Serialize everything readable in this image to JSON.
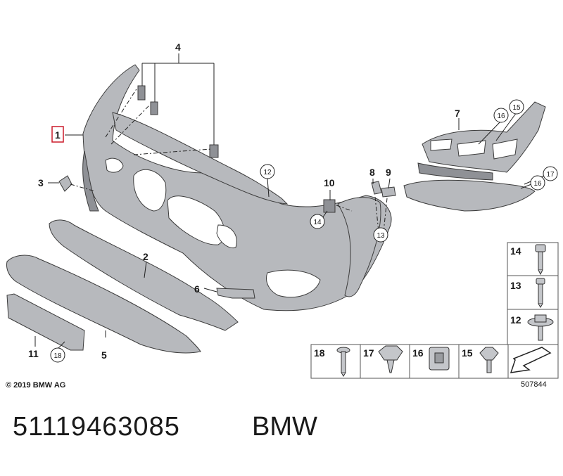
{
  "callouts": {
    "c1": "1",
    "c2": "2",
    "c3": "3",
    "c4": "4",
    "c5": "5",
    "c6": "6",
    "c7": "7",
    "c8": "8",
    "c9": "9",
    "c10": "10",
    "c11": "11",
    "c12": "12",
    "c13": "13",
    "c14": "14",
    "c15": "15",
    "c16": "16",
    "c17": "17",
    "c18": "18"
  },
  "legend": {
    "right_column": [
      "14",
      "13",
      "12"
    ],
    "bottom_row": [
      "18",
      "17",
      "16",
      "15"
    ]
  },
  "footer": {
    "copyright": "© 2019 BMW AG",
    "diagram_id": "507844",
    "part_number": "51119463085",
    "brand": "BMW"
  },
  "colors": {
    "part_fill": "#b7b9bd",
    "highlight_box": "#cc1b2b",
    "line": "#222222"
  }
}
